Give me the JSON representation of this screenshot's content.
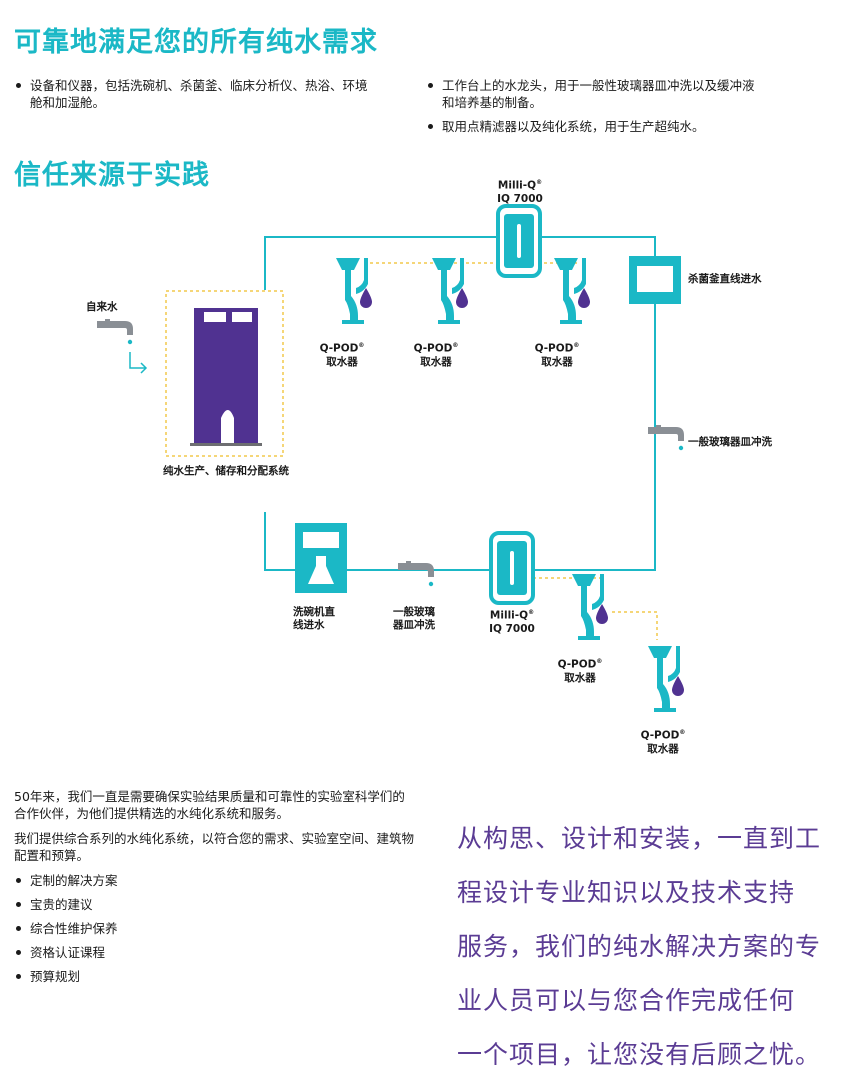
{
  "heading1": "可靠地满足您的所有纯水需求",
  "intro_bullets_left": [
    "设备和仪器，包括洗碗机、杀菌釜、临床分析仪、热浴、环境舱和加湿舱。"
  ],
  "intro_bullets_right": [
    "工作台上的水龙头，用于一般性玻璃器皿冲洗以及缓冲液和培养基的制备。",
    "取用点精滤器以及纯化系统，用于生产超纯水。"
  ],
  "heading2": "信任来源于实践",
  "diagram": {
    "tap_water": "自来水",
    "system_label": "纯水生产、储存和分配系统",
    "milliq_top": {
      "line1": "Milli-Q",
      "sup": "®",
      "line2": "IQ 7000"
    },
    "milliq_bottom": {
      "line1": "Milli-Q",
      "sup": "®",
      "line2": "IQ 7000"
    },
    "qpod_line1": "Q-POD",
    "qpod_sup": "®",
    "qpod_line2": "取水器",
    "autoclave": "杀菌釜直线进水",
    "glass_rinse_right": "一般玻璃器皿冲洗",
    "washer": [
      "洗碗机直",
      "线进水"
    ],
    "glass_rinse_bottom": [
      "一般玻璃",
      "器皿冲洗"
    ]
  },
  "body_paragraphs": [
    "50年来，我们一直是需要确保实验结果质量和可靠性的实验室科学们的合作伙伴，为他们提供精选的水纯化系统和服务。",
    "我们提供综合系列的水纯化系统，以符合您的需求、实验室空间、建筑物配置和预算。"
  ],
  "service_bullets": [
    "定制的解决方案",
    "宝贵的建议",
    "综合性维护保养",
    "资格认证课程",
    "预算规划"
  ],
  "quote_lines": [
    "从构思、设计和安装，一直到工",
    "程设计专业知识以及技术支持",
    "服务，我们的纯水解决方案的专",
    "业人员可以与您合作完成任何",
    "一个项目，让您没有后顾之忧。"
  ],
  "colors": {
    "teal": "#1bb8c6",
    "purple": "#503291",
    "quote_purple": "#5b3c94",
    "dash_yellow": "#f2c94c"
  }
}
